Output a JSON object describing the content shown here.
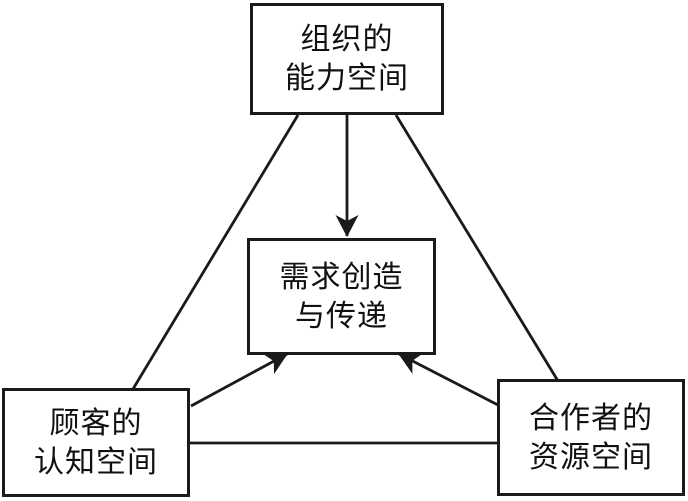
{
  "diagram": {
    "colors": {
      "line": "#1a1a1a",
      "box_background": "#ffffff",
      "text": "#111111"
    },
    "nodes": {
      "top": {
        "label": "组织的\n能力空间"
      },
      "center": {
        "label": "需求创造\n与传递"
      },
      "bottom_left": {
        "label": "顾客的\n认知空间"
      },
      "bottom_right": {
        "label": "合作者的\n资源空间"
      }
    },
    "edges": [
      {
        "from": "top",
        "to": "center",
        "arrowhead": "to"
      },
      {
        "from": "top",
        "to": "bottom_left",
        "arrowhead": "none"
      },
      {
        "from": "top",
        "to": "bottom_right",
        "arrowhead": "none"
      },
      {
        "from": "bottom_left",
        "to": "center",
        "arrowhead": "to"
      },
      {
        "from": "bottom_right",
        "to": "center",
        "arrowhead": "to"
      },
      {
        "from": "bottom_left",
        "to": "bottom_right",
        "arrowhead": "none"
      }
    ]
  }
}
